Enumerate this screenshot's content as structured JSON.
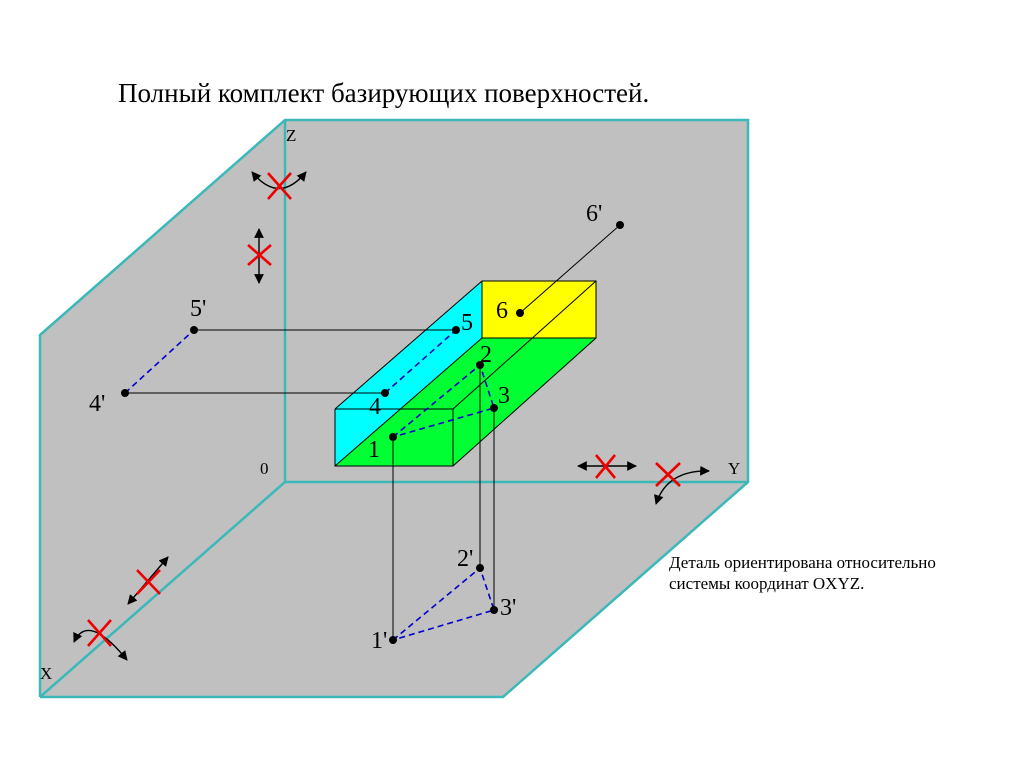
{
  "title": "Полный комплект базирующих поверхностей.",
  "note": {
    "line1": "Деталь ориентирована относительно",
    "line2": "системы координат OXYZ."
  },
  "axes": {
    "x": "X",
    "y": "Y",
    "z": "Z",
    "origin": "0"
  },
  "points": {
    "p1": "1",
    "p2": "2",
    "p3": "3",
    "p4": "4",
    "p5": "5",
    "p6": "6",
    "p1p": "1'",
    "p2p": "2'",
    "p3p": "3'",
    "p4p": "4'",
    "p5p": "5'",
    "p6p": "6'"
  },
  "colors": {
    "plane_fill": "#c0c0c0",
    "plane_edge": "#3cb8b8",
    "face_cyan": "#00ffff",
    "face_yellow": "#ffff00",
    "face_green": "#00ff33",
    "dashed_blue": "#0000cc",
    "cross_red": "#ee0000"
  }
}
